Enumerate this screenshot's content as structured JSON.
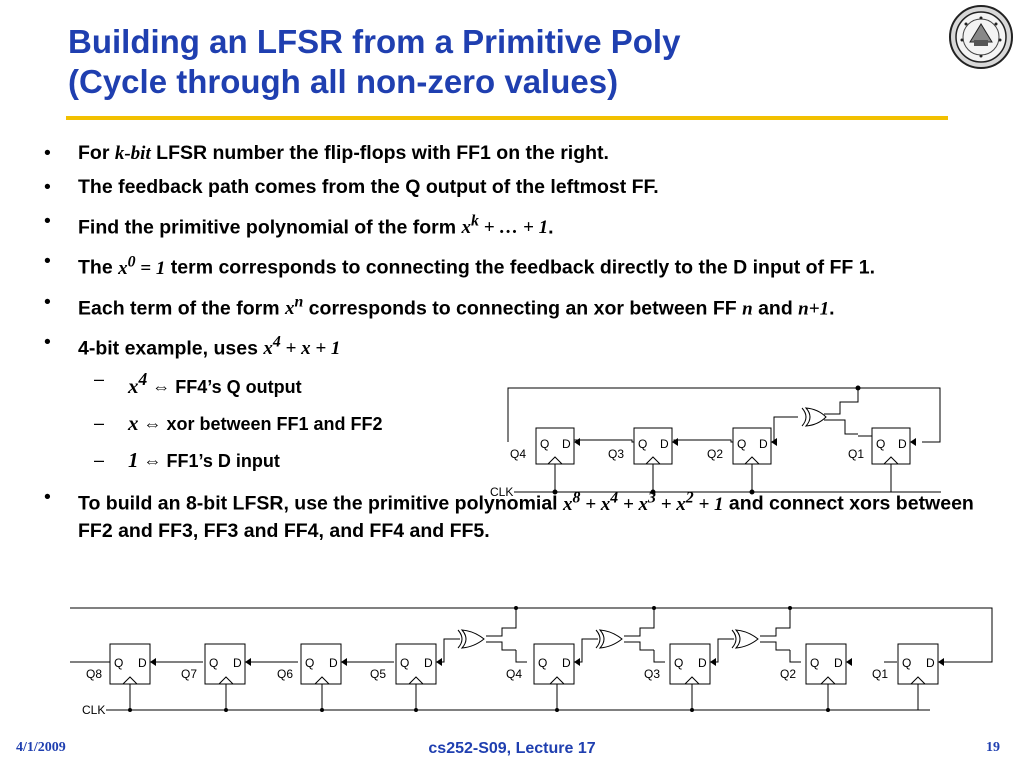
{
  "slide": {
    "title_line1": "Building an LFSR from a Primitive Poly",
    "title_line2": "(Cycle through all non-zero values)"
  },
  "bullets": {
    "b1": {
      "pre": "For ",
      "math": "k-bit",
      "post": " LFSR number the flip-flops with FF1 on the right."
    },
    "b2": {
      "text": "The feedback path comes from the Q output of the leftmost FF."
    },
    "b3": {
      "pre": "Find the primitive polynomial of the form ",
      "math_base": "x",
      "math_exp": "k",
      "math_rest": " + … + 1",
      "post": "."
    },
    "b4": {
      "pre": "The ",
      "math_base": "x",
      "math_exp": "0",
      "math_rest": " = 1",
      "post": " term corresponds to connecting the feedback directly to the D input of FF 1."
    },
    "b5": {
      "pre": "Each term of the form ",
      "math_base": "x",
      "math_exp": "n",
      "mid": " corresponds to connecting an xor between FF ",
      "math_n": "n",
      "and": " and ",
      "math_n1": "n+1",
      "post": "."
    },
    "b6": {
      "pre": "4-bit example, uses ",
      "math_base": "x",
      "math_exp": "4",
      "math_rest": " + x + 1"
    },
    "sub1": {
      "base": "x",
      "exp": "4",
      "arrow": "⇔",
      "text": " FF4’s Q output"
    },
    "sub2": {
      "base": "x",
      "arrow": "⇔",
      "text": " xor between FF1 and FF2"
    },
    "sub3": {
      "base": "1",
      "arrow": "⇔",
      "text": " FF1’s D input"
    },
    "b7": {
      "pre": "To build an 8-bit LFSR, use the primitive polynomial ",
      "t1": "x",
      "e1": "8",
      "t2": " + x",
      "e2": "4",
      "t3": " + x",
      "e3": "3",
      "t4": " + x",
      "e4": "2",
      "t5": " + 1",
      "post": " and connect xors between FF2 and FF3, FF3 and FF4, and FF4 and FF5."
    }
  },
  "diagram4": {
    "ff_labels": [
      "Q4",
      "Q3",
      "Q2",
      "Q1"
    ],
    "pin_q": "Q",
    "pin_d": "D",
    "clk": "CLK"
  },
  "diagram8": {
    "ff_labels": [
      "Q8",
      "Q7",
      "Q6",
      "Q5",
      "Q4",
      "Q3",
      "Q2",
      "Q1"
    ],
    "pin_q": "Q",
    "pin_d": "D",
    "clk": "CLK"
  },
  "footer": {
    "date": "4/1/2009",
    "course": "cs252-S09, Lecture 17",
    "page": "19"
  },
  "colors": {
    "title": "#1f3fb0",
    "rule": "#f2c000"
  },
  "logo": {
    "icon": "university-seal-icon"
  }
}
